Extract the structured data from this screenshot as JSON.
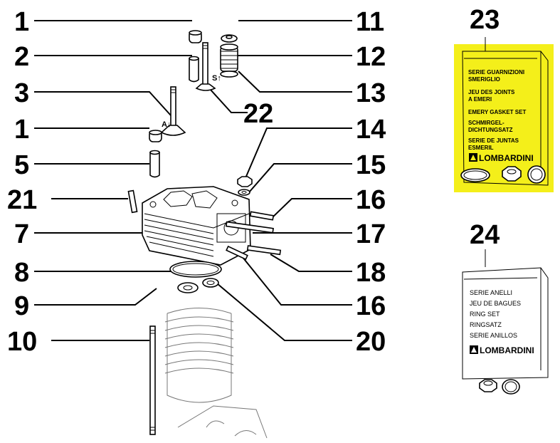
{
  "callouts": {
    "c1a": "1",
    "c2": "2",
    "c3": "3",
    "c1b": "1",
    "c5": "5",
    "c21": "21",
    "c7": "7",
    "c8": "8",
    "c9": "9",
    "c10": "10",
    "c11": "11",
    "c12": "12",
    "c13": "13",
    "c22": "22",
    "c14": "14",
    "c15": "15",
    "c16a": "16",
    "c17": "17",
    "c18": "18",
    "c16b": "16",
    "c20": "20",
    "c23": "23",
    "c24": "24"
  },
  "marks": {
    "valve_a": "A↓",
    "valve_s": "S↑"
  },
  "kit23": {
    "lines": [
      "SERIE  GUARNIZIONI",
      "SMERIGLIO",
      "JEU  DES  JOINTS",
      "A EMERI",
      "EMERY GASKET SET",
      "SCHMIRGEL-",
      "DICHTUNGSATZ",
      "SERIE DE JUNTAS",
      "ESMERIL"
    ],
    "brand": "LOMBARDINI",
    "highlight_color": "#f4ef1a"
  },
  "kit24": {
    "lines": [
      "SERIE ANELLI",
      "JEU DE BAGUES",
      "RING SET",
      "RINGSATZ",
      "SERIE ANILLOS"
    ],
    "brand": "LOMBARDINI"
  }
}
